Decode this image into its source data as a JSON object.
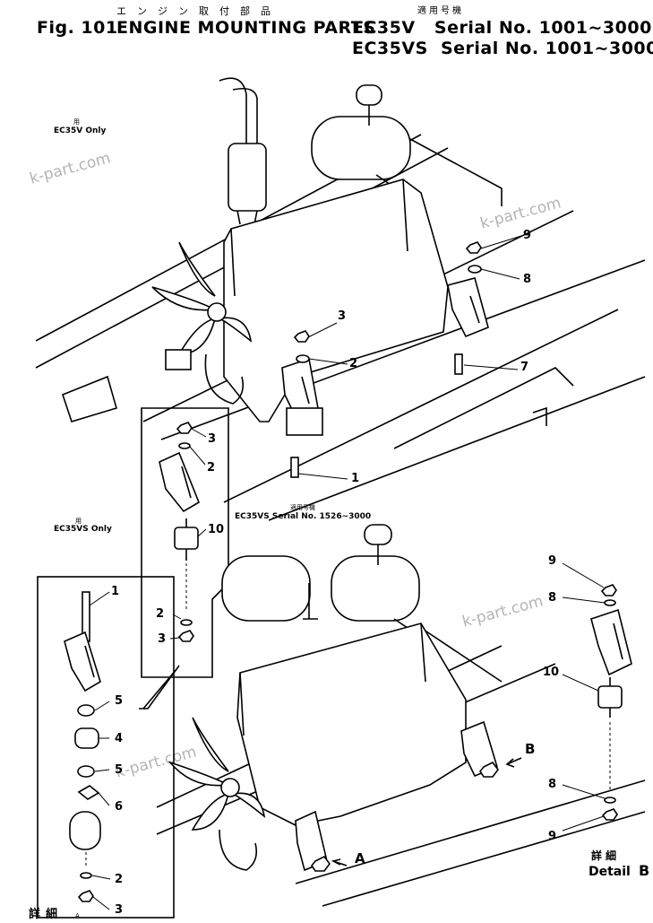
{
  "header": {
    "jp_title": "エンジン取付部品",
    "jp_applicable": "適用号機",
    "fig": "Fig. 101",
    "title": "ENGINE MOUNTING PARTS",
    "serial_line_1": "EC35V   Serial No. 1001~3000",
    "serial_line_2": "EC35VS  Serial No. 1001~3000"
  },
  "notes": {
    "ec35v_jp": "用",
    "ec35v_only": "EC35V Only",
    "ec35vs_jp": "用",
    "ec35vs_only": "EC35VS Only",
    "serial_jp": "適用号機",
    "serial_note": "EC35VS Serial No. 1526~3000"
  },
  "details": {
    "detail_b_jp": "詳細",
    "detail_b": "Detail",
    "detail_b_letter": "B",
    "detail_a_jp": "詳細",
    "detail_a_letter": "A",
    "arrow_a": "A",
    "arrow_b": "B"
  },
  "callouts": {
    "top": [
      "9",
      "8",
      "3",
      "2",
      "7",
      "1"
    ],
    "inset_upper": [
      "3",
      "2",
      "10",
      "2",
      "3"
    ],
    "inset_left": [
      "1",
      "5",
      "4",
      "5",
      "6",
      "2",
      "3"
    ],
    "detail_b": [
      "9",
      "8",
      "10",
      "8",
      "9"
    ]
  },
  "watermark": "k-part.com"
}
